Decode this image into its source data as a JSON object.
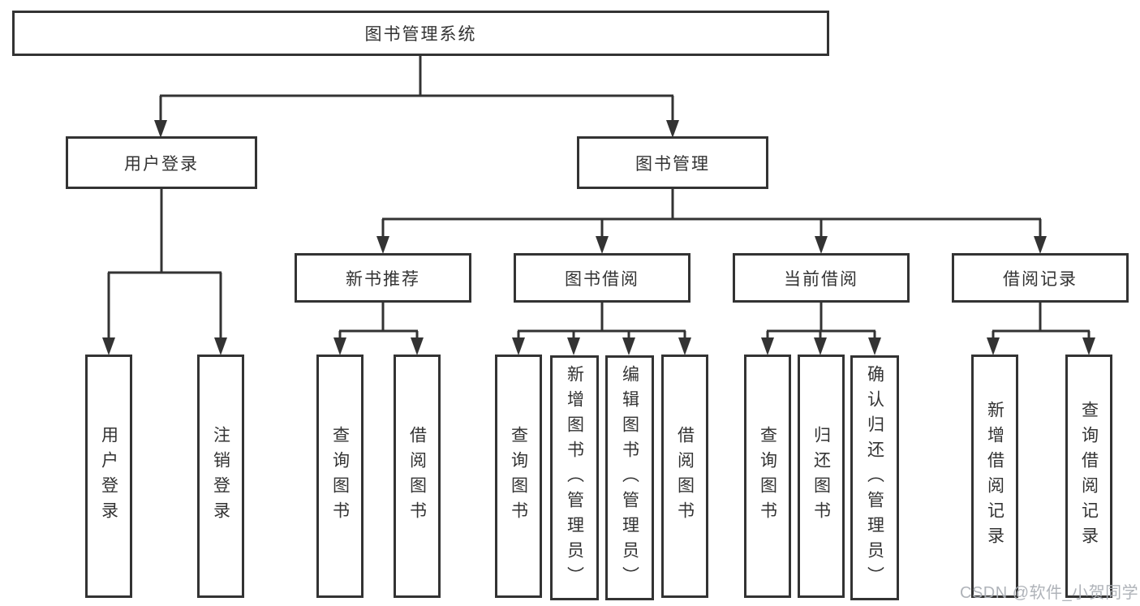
{
  "watermark": {
    "text": "CSDN @软件_小贺同学"
  },
  "colors": {
    "line": "#333333",
    "text": "#333333",
    "box_fill": "#ffffff",
    "watermark": "#abafb5"
  },
  "tree": {
    "label": "图书管理系统",
    "children": [
      {
        "label": "用户登录",
        "children": [
          {
            "label": "用户登录"
          },
          {
            "label": "注销登录"
          }
        ]
      },
      {
        "label": "图书管理",
        "children": [
          {
            "label": "新书推荐",
            "children": [
              {
                "label": "查询图书"
              },
              {
                "label": "借阅图书"
              }
            ]
          },
          {
            "label": "图书借阅",
            "children": [
              {
                "label": "查询图书"
              },
              {
                "label": "新增图书（管理员）"
              },
              {
                "label": "编辑图书（管理员）"
              },
              {
                "label": "借阅图书"
              }
            ]
          },
          {
            "label": "当前借阅",
            "children": [
              {
                "label": "查询图书"
              },
              {
                "label": "归还图书"
              },
              {
                "label": "确认归还（管理员）"
              }
            ]
          },
          {
            "label": "借阅记录",
            "children": [
              {
                "label": "新增借阅记录"
              },
              {
                "label": "查询借阅记录"
              }
            ]
          }
        ]
      }
    ]
  }
}
